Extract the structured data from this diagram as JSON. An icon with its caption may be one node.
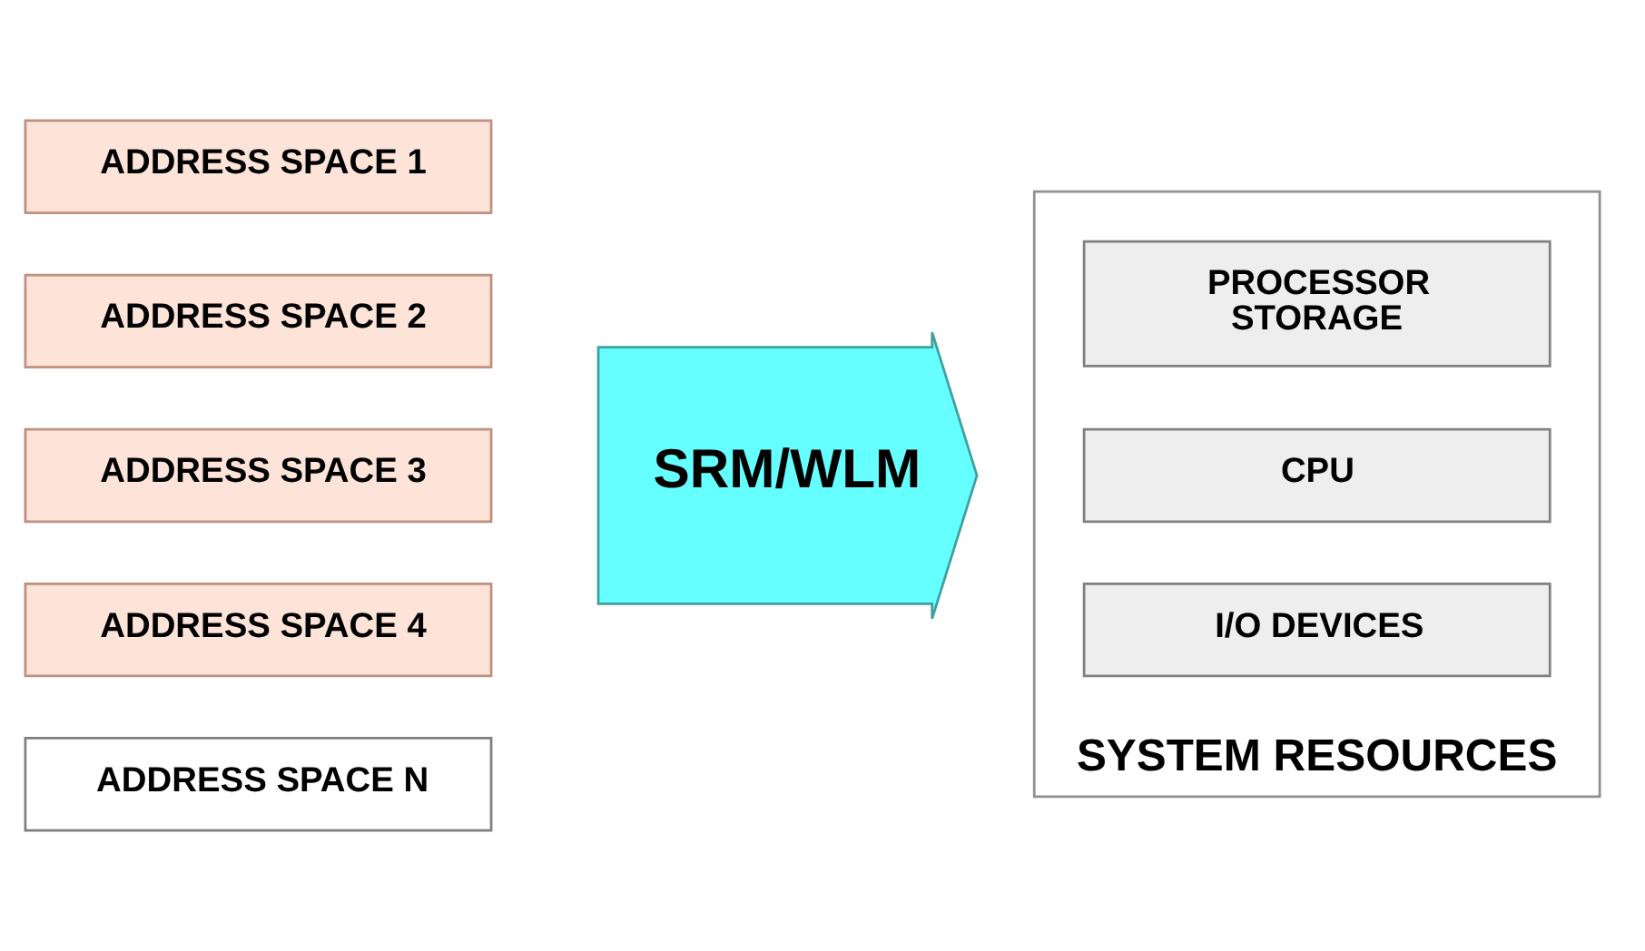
{
  "diagram": {
    "nodes": [
      {
        "text": [
          "ADDRESS SPACE 1"
        ]
      },
      {
        "text": [
          "ADDRESS SPACE 2"
        ]
      },
      {
        "text": [
          "ADDRESS SPACE 3"
        ]
      },
      {
        "text": [
          "ADDRESS SPACE 4"
        ]
      },
      {
        "text": [
          "ADDRESS SPACE N"
        ]
      },
      {
        "text": [
          "SRM/WLM"
        ]
      },
      {
        "text": [
          "SYSTEM RESOURCES"
        ]
      },
      {
        "text": [
          "I/O DEVICES"
        ],
        "in": 6
      },
      {
        "text": [
          "CPU"
        ],
        "in": 6
      },
      {
        "text": [
          "PROCESSOR STORAGE"
        ],
        "in": 6
      }
    ]
  }
}
